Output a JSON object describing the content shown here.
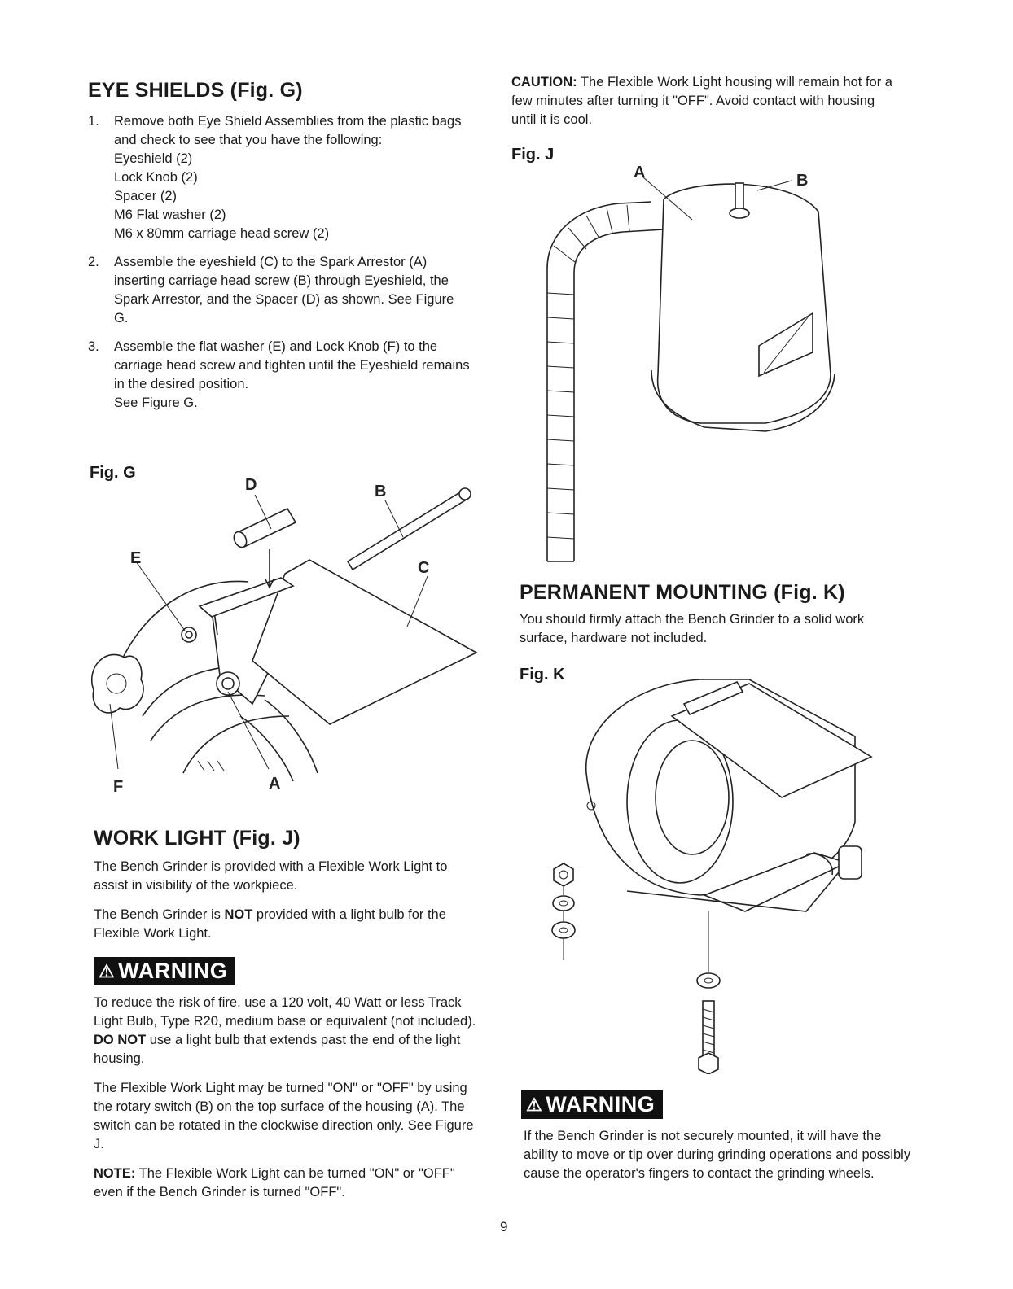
{
  "eye_shields": {
    "title": "EYE SHIELDS (Fig. G)",
    "steps": [
      {
        "num": "1.",
        "lines": [
          "Remove both Eye Shield Assemblies from the plastic bags and check to see that you have the following:",
          "Eyeshield (2)",
          "Lock Knob (2)",
          "Spacer (2)",
          "M6 Flat washer (2)",
          "M6 x 80mm carriage head screw (2)"
        ]
      },
      {
        "num": "2.",
        "lines": [
          "Assemble the eyeshield (C) to the Spark Arrestor (A) inserting carriage head screw (B) through Eyeshield, the Spark Arrestor, and the Spacer (D) as shown. See Figure G."
        ]
      },
      {
        "num": "3.",
        "lines": [
          "Assemble the flat washer (E) and Lock Knob (F) to the carriage head screw and tighten until the Eyeshield remains in the desired position.",
          "See Figure G."
        ]
      }
    ]
  },
  "fig_g": {
    "label": "Fig. G",
    "callouts": {
      "d": "D",
      "b": "B",
      "e": "E",
      "c": "C",
      "f": "F",
      "a": "A"
    }
  },
  "work_light": {
    "title": "WORK LIGHT (Fig. J)",
    "p1": "The Bench Grinder is provided with a Flexible Work Light to assist in visibility of the workpiece.",
    "p2_pre": "The Bench Grinder is ",
    "p2_bold": "NOT",
    "p2_post": " provided with a light bulb for the Flexible Work Light.",
    "warning_label": "WARNING",
    "warning_pre": "To reduce the risk of fire, use a 120 volt, 40 Watt or less Track Light Bulb, Type R20, medium base or equivalent (not included). ",
    "warning_bold": "DO NOT",
    "warning_post": " use a light bulb that extends past the end of the light housing.",
    "p3": "The Flexible Work Light may be turned \"ON\" or \"OFF\" by using the rotary switch (B) on the top surface of the housing (A). The switch can be rotated in the clockwise direction only. See Figure J.",
    "note_label": "NOTE:",
    "note_text": " The Flexible Work Light can be turned \"ON\" or \"OFF\" even if the Bench Grinder is turned \"OFF\"."
  },
  "caution": {
    "label": "CAUTION:",
    "text": " The Flexible Work Light housing will remain hot for a few minutes after turning it \"OFF\". Avoid contact with housing until it is cool."
  },
  "fig_j": {
    "label": "Fig. J",
    "callouts": {
      "a": "A",
      "b": "B"
    }
  },
  "permanent_mounting": {
    "title": "PERMANENT MOUNTING (Fig. K)",
    "text": "You should firmly attach the Bench Grinder to a solid work surface, hardware not included.",
    "warning_label": "WARNING",
    "warning_text": "If the Bench Grinder is not securely mounted, it will have the ability to move or tip over during grinding operations and possibly cause the operator's fingers to contact the grinding wheels."
  },
  "fig_k": {
    "label": "Fig. K"
  },
  "page_number": "9"
}
